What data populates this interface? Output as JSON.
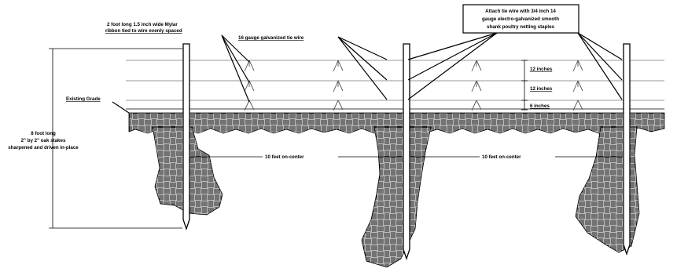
{
  "labels": {
    "ribbon_line1": "2 foot long 1.5 inch wide Mylar",
    "ribbon_line2": "ribbon tied to wire evenly spaced",
    "tie_wire": "16 gauge galvanized tie wire",
    "attach_line1": "Attach tie wire with 3/4 inch 14",
    "attach_line2": "gauge electro-galvanized smooth",
    "attach_line3": "shank poultry netting staples",
    "existing_grade": "Existing Grade",
    "stake_line1": "8 foot long",
    "stake_line2": "2\" by 2\" oak stakes",
    "stake_line3": "sharpened and driven in-place",
    "spacing_left": "10 feet on-center",
    "spacing_right": "10 feet on-center",
    "dim_top": "12 inches",
    "dim_mid": "12 inches",
    "dim_bottom": "6 inches"
  },
  "colors": {
    "ink": "#000000",
    "wire": "#777777",
    "background": "#ffffff"
  },
  "icons": {
    "ribbon": "mylar-ribbon-icon",
    "soil": "soil-crosshatch-pattern"
  }
}
